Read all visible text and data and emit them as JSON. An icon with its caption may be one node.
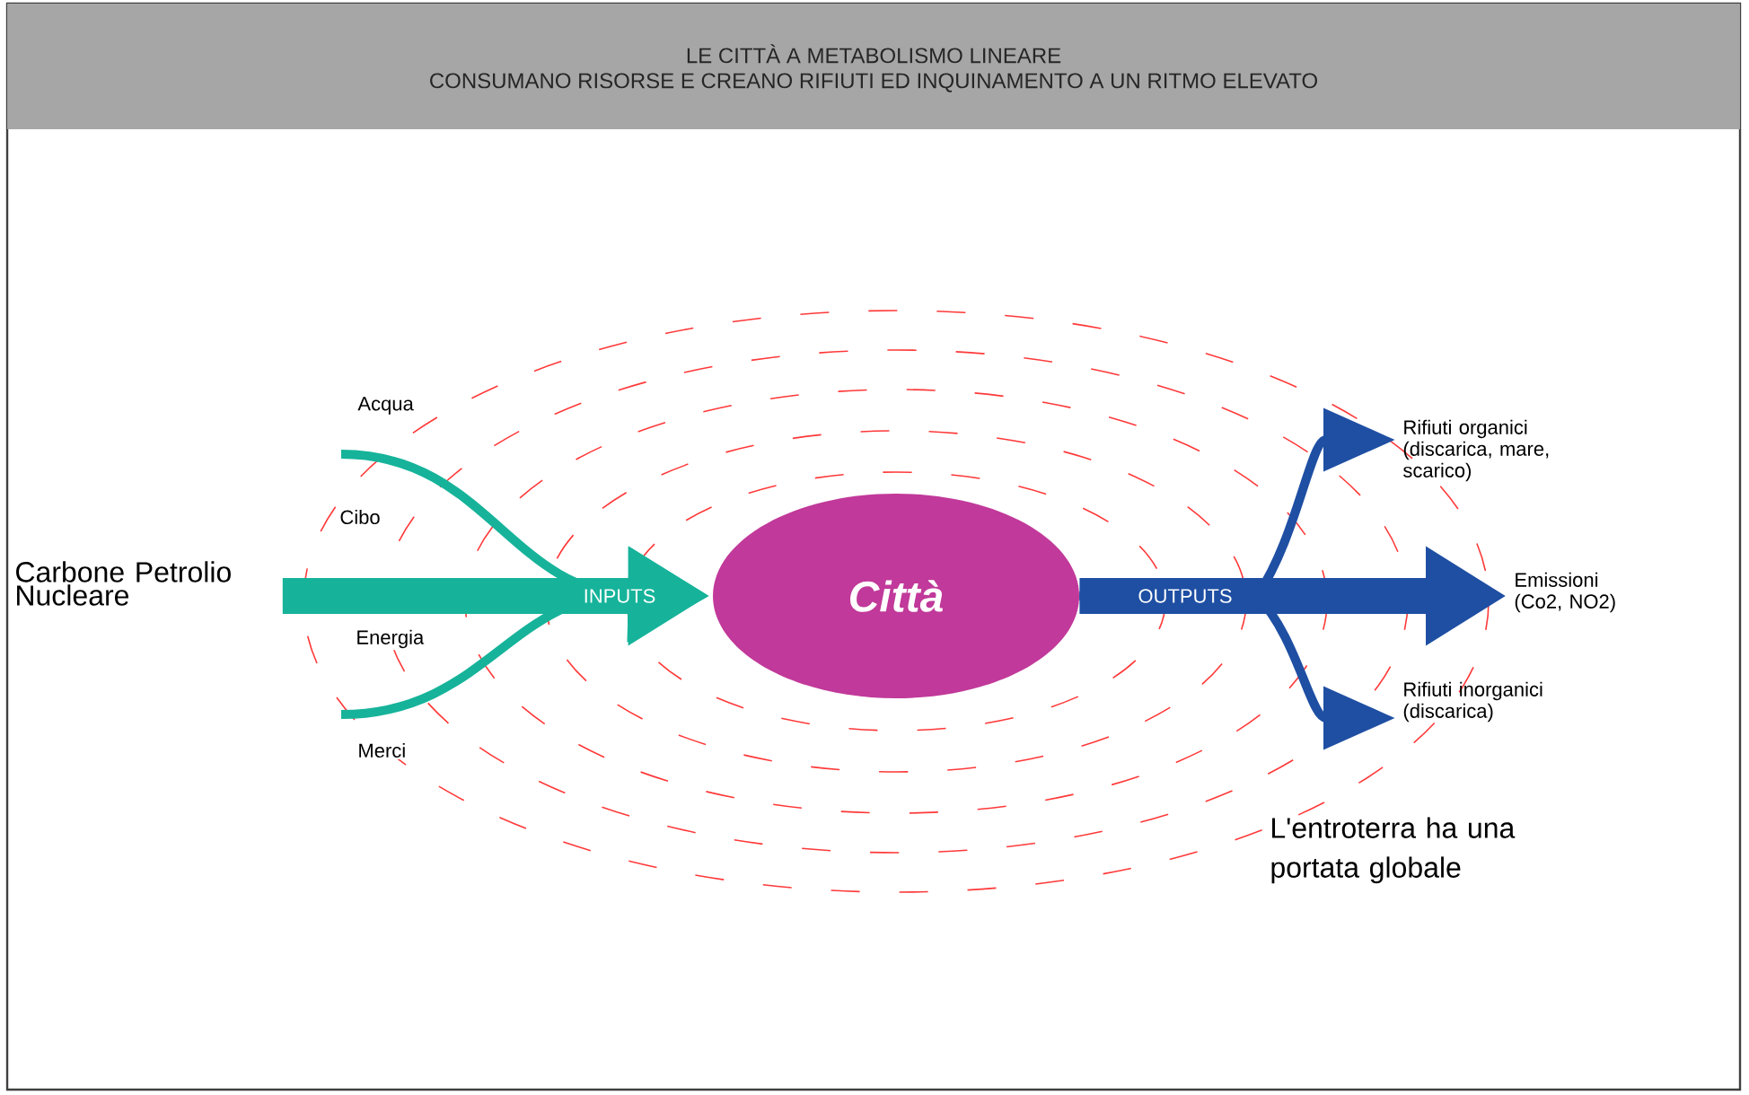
{
  "diagram": {
    "title": "LE CITTÀ A METABOLISMO LINEARE",
    "nodes": [
      {
        "text": [
          "Carbone Petrolio Nucleare"
        ]
      },
      {
        "text": [
          "Città"
        ]
      },
      {
        "text": [
          "Rifiuti organici (discarica, mare, scarico)"
        ]
      },
      {
        "text": [
          "Emissioni (Co2, NO2)"
        ]
      },
      {
        "text": [
          "Rifiuti inorganici (discarica)"
        ]
      }
    ],
    "edges": [
      {
        "from": 0,
        "to": 1,
        "arrow": "to",
        "label": "INPUTS",
        "style": "thick",
        "color": "#16b39a"
      },
      {
        "from": null,
        "to": 1,
        "arrow": "to",
        "color": "#16b39a"
      },
      {
        "from": null,
        "to": 1,
        "arrow": "to",
        "color": "#16b39a"
      },
      {
        "from": 1,
        "to": 2,
        "arrow": "to",
        "color": "#1f4fa3"
      },
      {
        "from": 1,
        "to": 3,
        "arrow": "to",
        "label": "OUTPUTS",
        "style": "thick",
        "color": "#1f4fa3"
      },
      {
        "from": 1,
        "to": 4,
        "arrow": "to",
        "color": "#1f4fa3"
      }
    ],
    "labels": [
      "CONSUMANO RISORSE E CREANO RIFIUTI ED INQUINAMENTO A UN RITMO ELEVATO",
      "Acqua",
      "Cibo",
      "Energia",
      "Merci",
      "L'entroterra ha una portata globale"
    ]
  }
}
